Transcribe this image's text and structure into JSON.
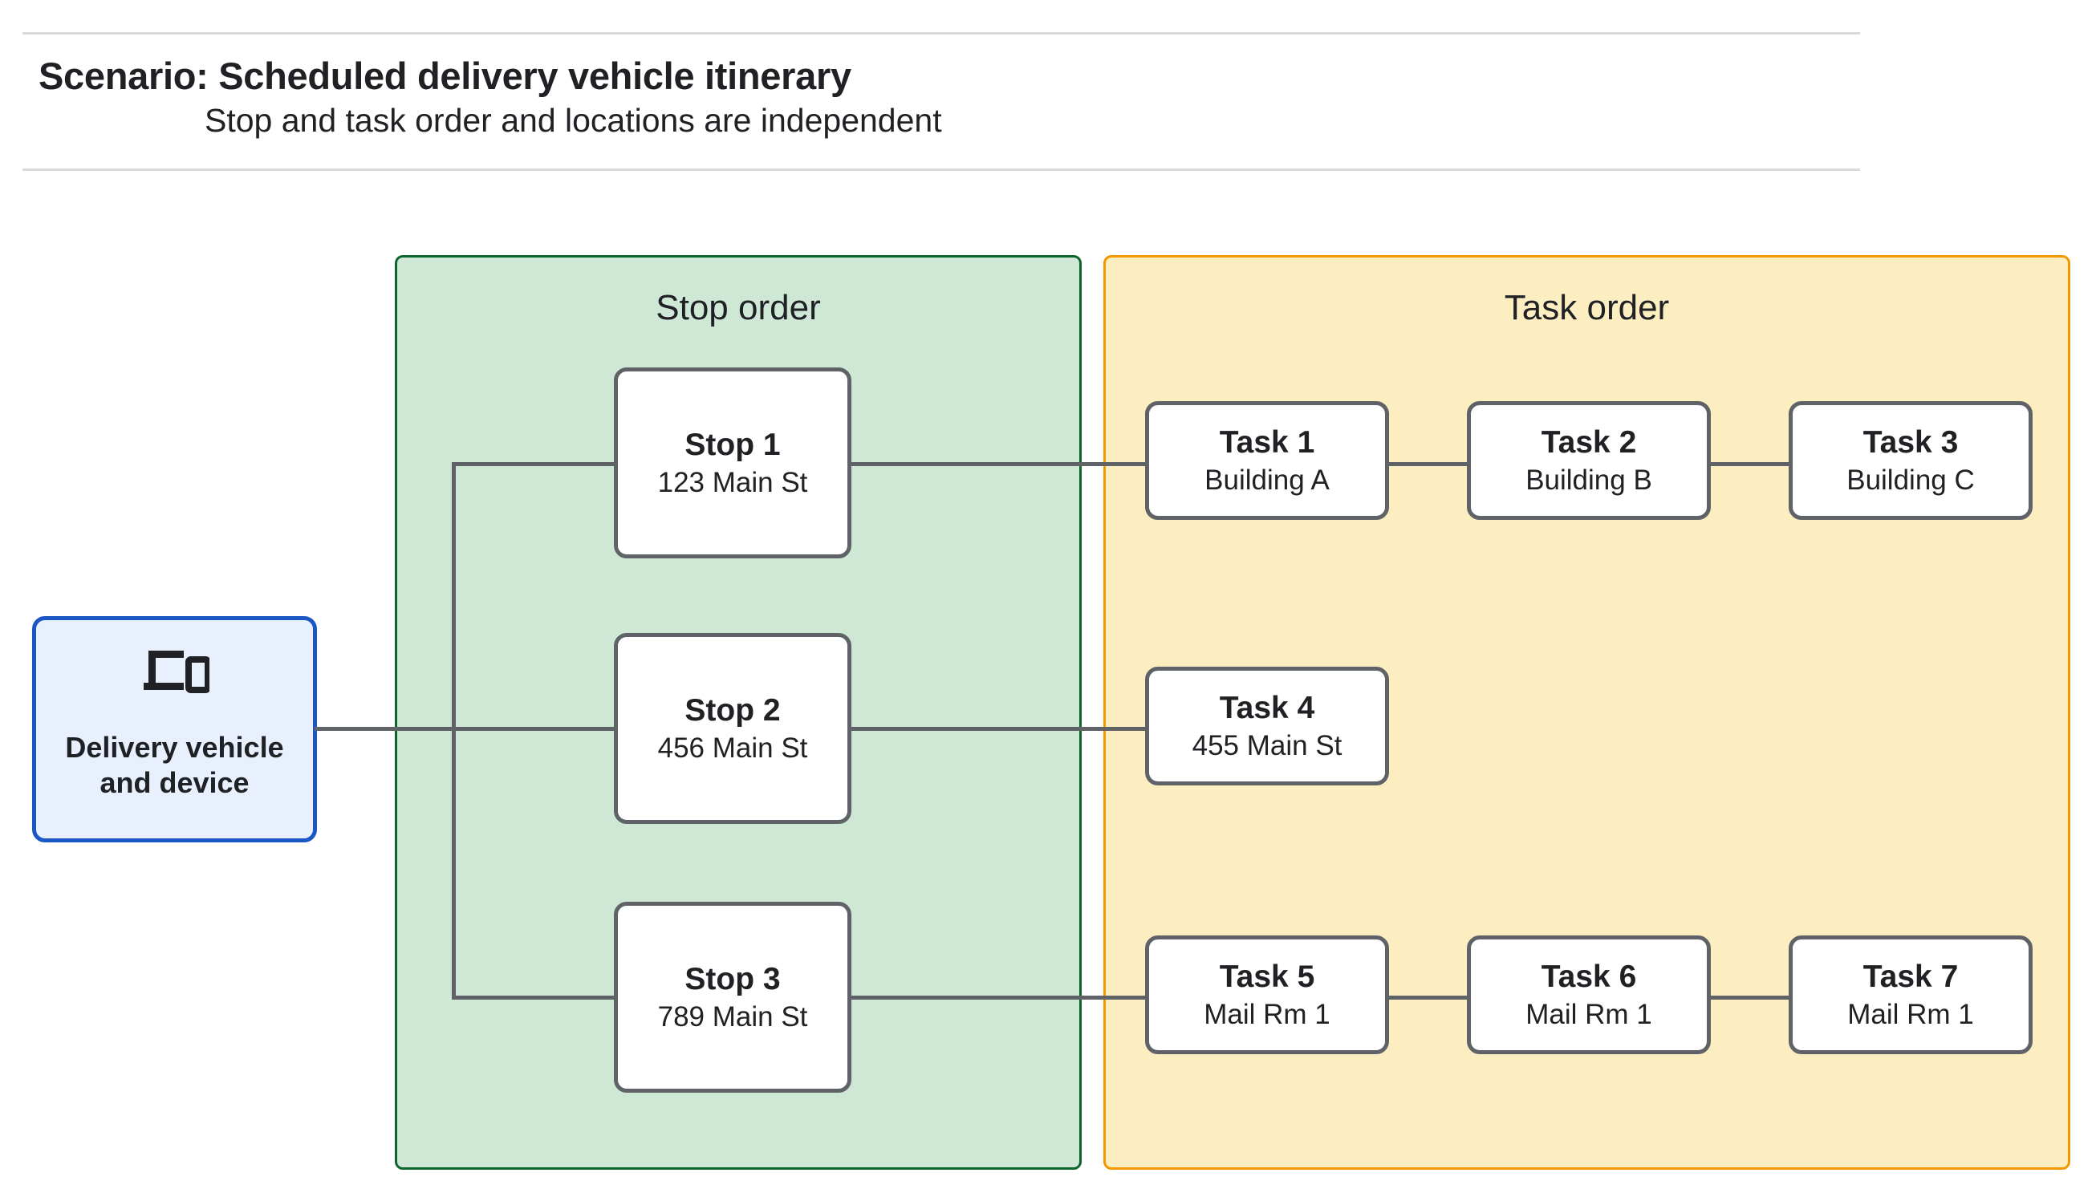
{
  "header": {
    "title": "Scenario: Scheduled delivery vehicle itinerary",
    "subtitle": "Stop and task order and locations are independent"
  },
  "device": {
    "icon": "devices-icon",
    "label": "Delivery vehicle\nand device",
    "border_color": "#1a56c4",
    "fill_color": "#e8f0fe"
  },
  "stop_panel": {
    "title": "Stop order",
    "border_color": "#0d652d",
    "fill_color": "#cee8d5",
    "stops": [
      {
        "title": "Stop 1",
        "address": "123 Main St"
      },
      {
        "title": "Stop 2",
        "address": "456 Main St"
      },
      {
        "title": "Stop 3",
        "address": "789 Main St"
      }
    ]
  },
  "task_panel": {
    "title": "Task order",
    "border_color": "#f29900",
    "fill_color": "#fdeec2",
    "rows": [
      {
        "tasks": [
          {
            "title": "Task 1",
            "location": "Building A"
          },
          {
            "title": "Task 2",
            "location": "Building B"
          },
          {
            "title": "Task 3",
            "location": "Building C"
          }
        ]
      },
      {
        "tasks": [
          {
            "title": "Task 4",
            "location": "455 Main St"
          }
        ]
      },
      {
        "tasks": [
          {
            "title": "Task 5",
            "location": "Mail Rm 1"
          },
          {
            "title": "Task 6",
            "location": "Mail Rm 1"
          },
          {
            "title": "Task 7",
            "location": "Mail Rm 1"
          }
        ]
      }
    ]
  },
  "edges": {
    "color": "#5f6368"
  }
}
